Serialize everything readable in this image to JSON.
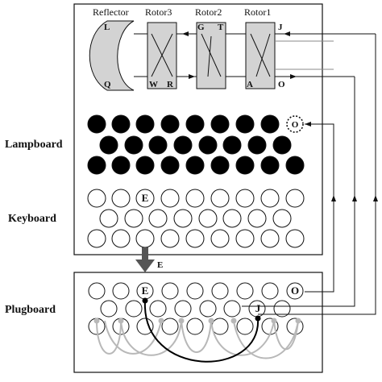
{
  "rotor_headers": {
    "reflector": "Reflector",
    "rotor3": "Rotor3",
    "rotor2": "Rotor2",
    "rotor1": "Rotor1"
  },
  "pins": {
    "reflector_top": "L",
    "reflector_bottom": "Q",
    "rotor3_bottom_left": "W",
    "rotor3_bottom_right": "R",
    "rotor2_top_left": "G",
    "rotor2_top_right": "T",
    "rotor2_bottom": "A",
    "rotor1_top": "J",
    "rotor1_bottom": "O"
  },
  "section_labels": {
    "lampboard": "Lampboard",
    "keyboard": "Keyboard",
    "plugboard": "Plugboard"
  },
  "key_labels": {
    "pressed_key": "E",
    "lit_lamp": "O",
    "keyboard_output": "E"
  },
  "plug_labels": {
    "plug_e": "E",
    "plug_j": "J",
    "plug_o": "O"
  },
  "colors": {
    "rotor_fill": "#d3d3d3",
    "lamp_fill": "#000000",
    "cable_plugged": "#000000",
    "cable_unplugged": "#b8b8b8",
    "arrow": "#555555"
  }
}
